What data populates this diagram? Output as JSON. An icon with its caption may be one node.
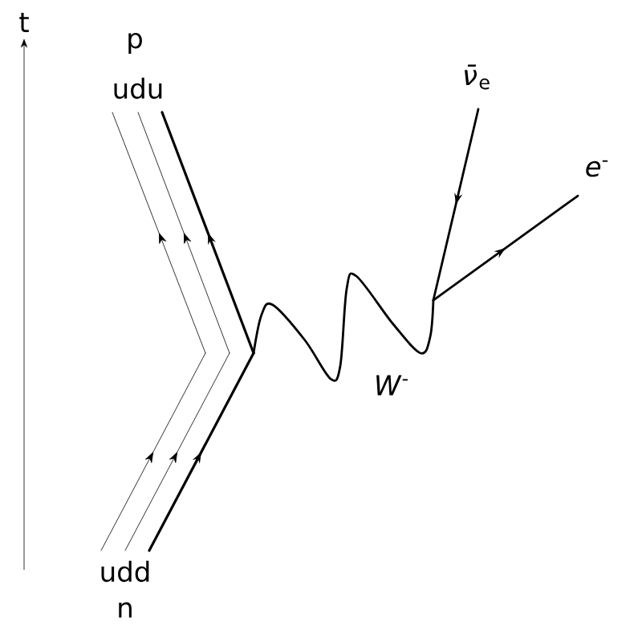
{
  "diagram": {
    "labels": [
      "t",
      "p",
      "udu",
      "*ν̄*$_{e}$",
      "*e*$^{-}$",
      "*W*$^{-}$",
      "udd",
      "n"
    ]
  }
}
